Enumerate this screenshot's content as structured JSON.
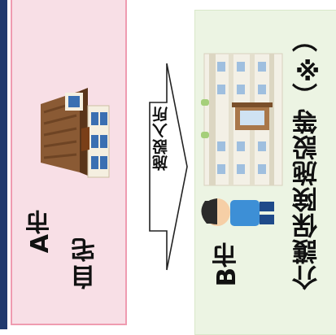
{
  "origin": {
    "city": "A市",
    "place": "自宅"
  },
  "transition": {
    "label": "施設入所"
  },
  "destination": {
    "city": "B市",
    "facility": "介護保険施設等（※）"
  },
  "colors": {
    "origin_fill": "#f8dfe6",
    "origin_border": "#ef9bb0",
    "destination_fill": "#ecf4e3",
    "arrow_stroke": "#222222",
    "accent_strip": "#1f3a6e"
  },
  "icons": {
    "origin": "house-illustration",
    "destination": "facility-building-illustration",
    "resident": "person-illustration"
  }
}
